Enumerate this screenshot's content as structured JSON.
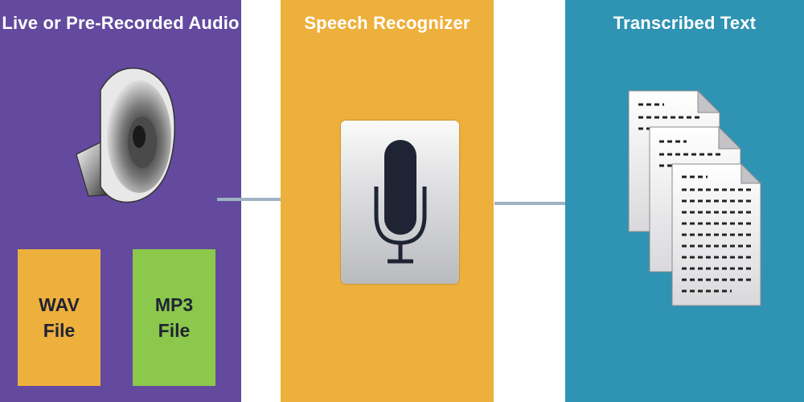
{
  "panels": {
    "audio": {
      "title": "Live or Pre-Recorded Audio",
      "color": "#634a9e"
    },
    "recognizer": {
      "title": "Speech Recognizer",
      "color": "#eeb03c"
    },
    "text": {
      "title": "Transcribed Text",
      "color": "#2f93b3"
    }
  },
  "files": {
    "wav": {
      "line1": "WAV",
      "line2": "File",
      "color": "#eeb03c"
    },
    "mp3": {
      "line1": "MP3",
      "line2": "File",
      "color": "#8cc84b"
    }
  },
  "icons": {
    "speaker": "speaker-icon",
    "microphone": "microphone-icon",
    "documents": "documents-icon",
    "arrow": "arrow-right-icon"
  },
  "colors": {
    "arrow": "#9fb3c4",
    "ink": "#1f2435"
  }
}
